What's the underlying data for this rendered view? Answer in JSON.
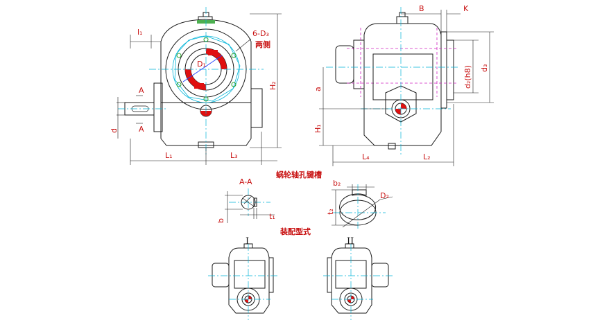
{
  "labels": {
    "l1": "l₁",
    "six_d3": "6-D₃",
    "both_sides": "两侧",
    "d1": "D₁",
    "h2": "H₂",
    "a_top": "A",
    "a_bottom": "A",
    "d_shaft": "d",
    "L1": "L₁",
    "L3": "L₃",
    "B": "B",
    "K": "K",
    "d2h8": "d₂(h8)",
    "d3": "d₃",
    "a": "a",
    "H1": "H₁",
    "L4": "L₄",
    "L2": "L₂",
    "worm_wheel_keyway": "蜗轮轴孔键槽",
    "section_aa": "A-A",
    "b": "b",
    "t1": "t₁",
    "b2": "b₂",
    "D2": "D₂",
    "t2": "t₂",
    "assembly_type": "装配型式",
    "type_i": "I",
    "type_ii": "II"
  },
  "colors": {
    "dimension_text": "#c81010",
    "center_line": "#00b4d8",
    "hidden_line": "#d020c0",
    "section_fill": "#e01010",
    "dimension_arrow": "#1a3cff"
  }
}
